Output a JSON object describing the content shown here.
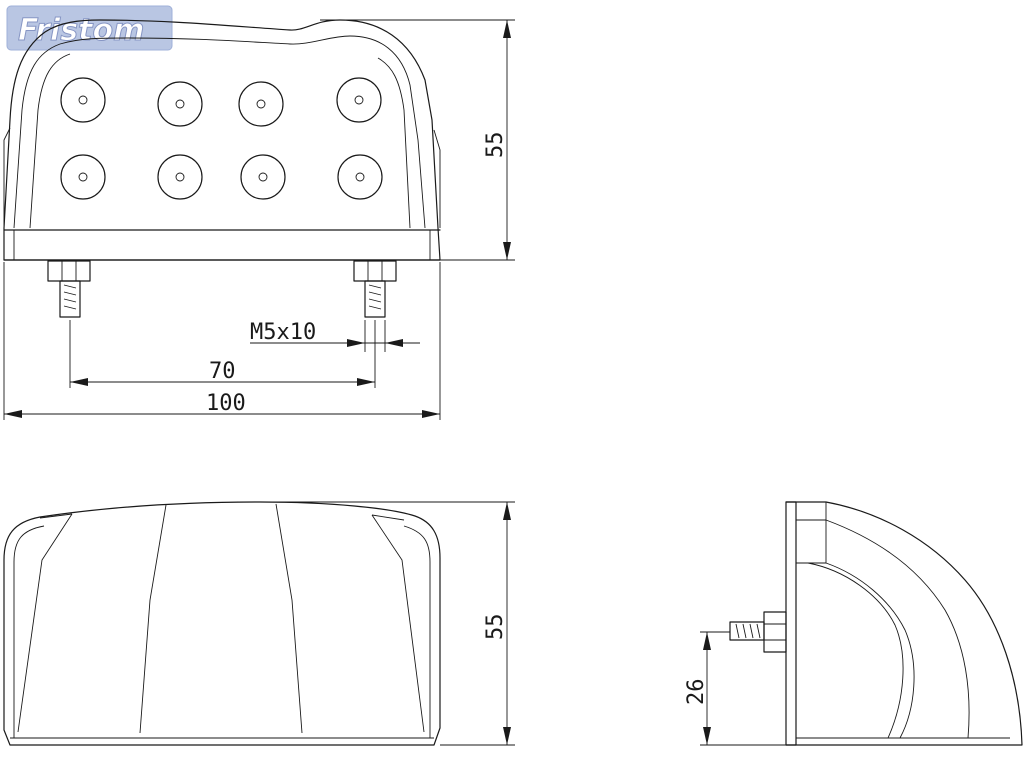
{
  "logo": {
    "text": "Fristom"
  },
  "dimensions": {
    "front_height": "55",
    "thread": "M5x10",
    "bolt_spacing": "70",
    "total_width": "100",
    "bottom_height": "55",
    "side_bolt_height": "26"
  },
  "colors": {
    "line": "#1a1a1a",
    "logo_fill": "#b9c6e3"
  }
}
